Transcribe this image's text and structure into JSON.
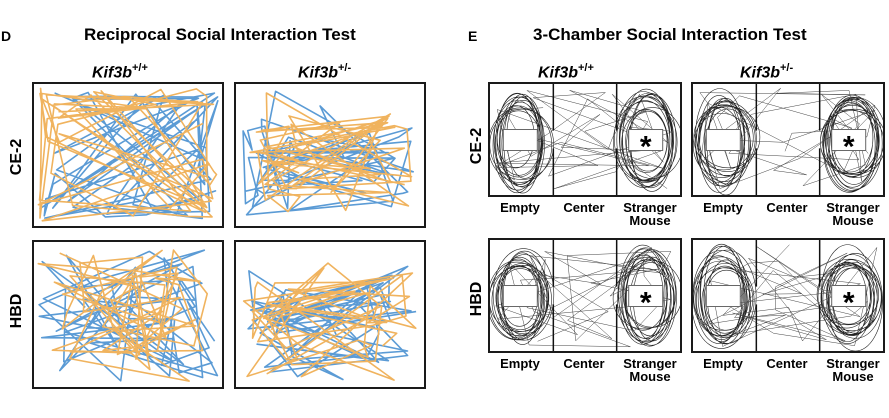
{
  "panel_d": {
    "letter": "D",
    "title": "Reciprocal Social Interaction Test",
    "col_labels": [
      {
        "gene": "Kif3b",
        "sup": "+/+"
      },
      {
        "gene": "Kif3b",
        "sup": "+/-"
      }
    ],
    "row_labels": [
      "CE-2",
      "HBD"
    ],
    "track_colors": [
      "#5b9bd5",
      "#f0b35e"
    ]
  },
  "panel_e": {
    "letter": "E",
    "title": "3-Chamber Social Interaction Test",
    "col_labels": [
      {
        "gene": "Kif3b",
        "sup": "+/+"
      },
      {
        "gene": "Kif3b",
        "sup": "+/-"
      }
    ],
    "row_labels": [
      "CE-2",
      "HBD"
    ],
    "chambers": [
      "Empty",
      "Center",
      "Stranger\nMouse"
    ],
    "star": "*"
  }
}
